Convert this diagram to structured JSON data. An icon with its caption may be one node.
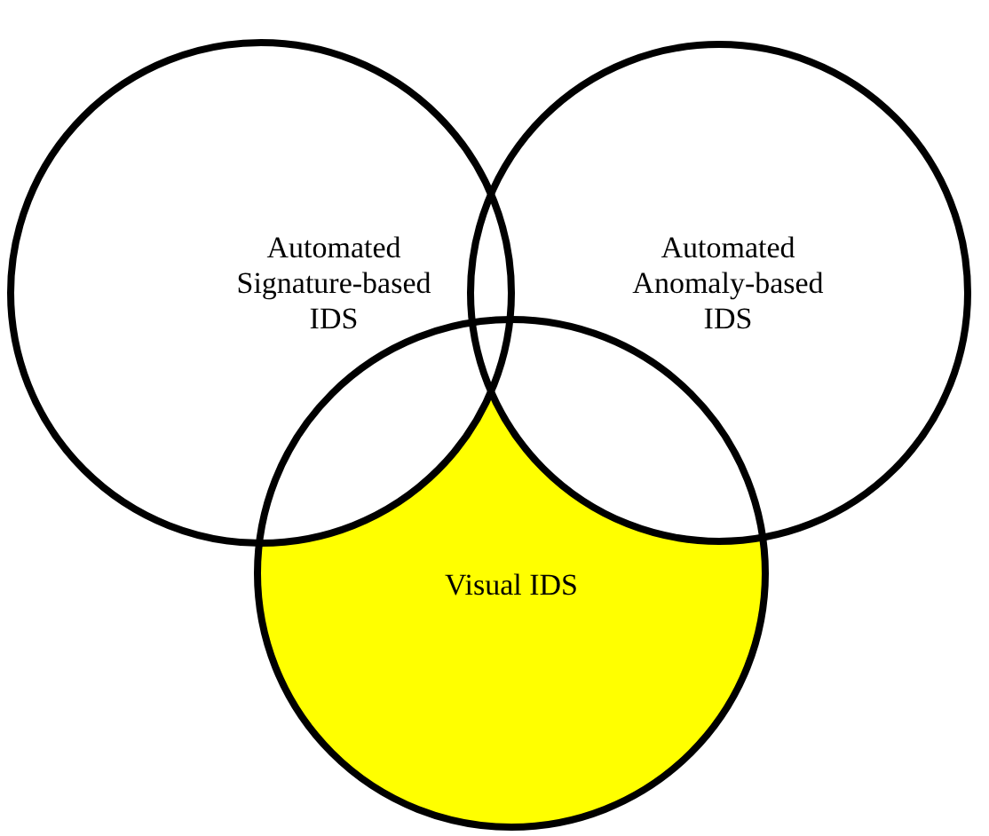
{
  "diagram": {
    "nodes": [
      {
        "text": [
          "Automated Signature-based IDS"
        ]
      },
      {
        "text": [
          "Automated Anomaly-based IDS"
        ]
      },
      {
        "text": [
          "Visual IDS"
        ]
      }
    ]
  }
}
